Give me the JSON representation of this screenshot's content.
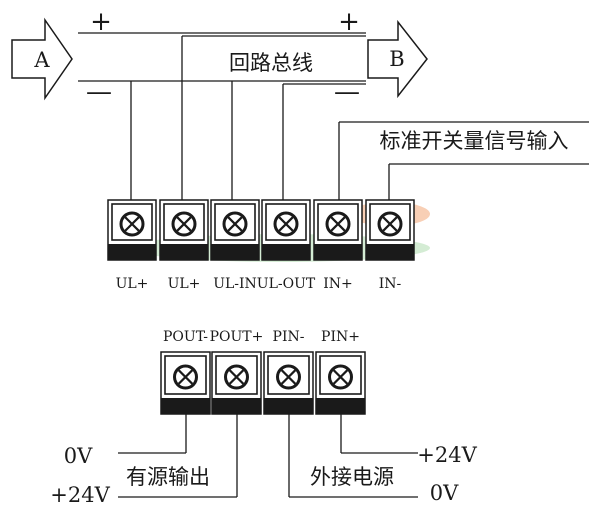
{
  "diagram": {
    "arrow_left": "A",
    "arrow_right": "B",
    "plus_sign": "+",
    "minus_sign": "—",
    "loop_bus": "回路总线",
    "standard_input": "标准开关量信号输入",
    "terminals_top": [
      "UL+",
      "UL+",
      "UL-IN",
      "UL-OUT",
      "IN+",
      "IN-"
    ],
    "terminals_bottom": [
      "POUT-",
      "POUT+",
      "PIN-",
      "PIN+"
    ],
    "left_0v": "0V",
    "left_24v": "+24V",
    "active_output": "有源输出",
    "external_power": "外接电源",
    "right_24v": "+24V",
    "right_0v": "0V"
  },
  "colors": {
    "line": "#1a1a1a",
    "watermark_green": "#9fd4a0",
    "watermark_orange": "#f3a878"
  }
}
